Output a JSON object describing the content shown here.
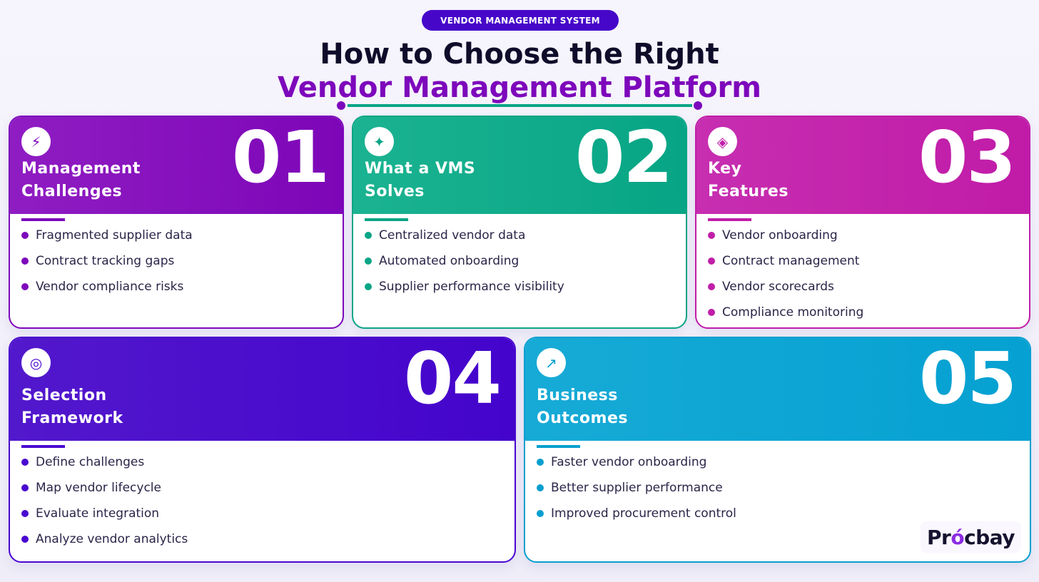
{
  "header": {
    "badge": "VENDOR MANAGEMENT SYSTEM",
    "title_line1": "How to Choose the Right",
    "title_line2": "Vendor Management Platform"
  },
  "colors": {
    "accent_purple": "#7d08bb",
    "accent_teal": "#0aa586",
    "badge_bg": "#4607c9"
  },
  "cards": [
    {
      "number": "01",
      "icon": "lightning-icon",
      "icon_glyph": "⚡",
      "title_line1": "Management",
      "title_line2": "Challenges",
      "items": [
        "Fragmented supplier data",
        "Contract tracking gaps",
        "Vendor compliance risks"
      ]
    },
    {
      "number": "02",
      "icon": "sparkle-icon",
      "icon_glyph": "✦",
      "title_line1": "What a VMS",
      "title_line2": "Solves",
      "items": [
        "Centralized vendor data",
        "Automated onboarding",
        "Supplier performance visibility"
      ]
    },
    {
      "number": "03",
      "icon": "diamond-icon",
      "icon_glyph": "◈",
      "title_line1": "Key",
      "title_line2": "Features",
      "items": [
        "Vendor onboarding",
        "Contract management",
        "Vendor scorecards",
        "Compliance monitoring"
      ]
    },
    {
      "number": "04",
      "icon": "target-icon",
      "icon_glyph": "◎",
      "title_line1": "Selection",
      "title_line2": "Framework",
      "items": [
        "Define challenges",
        "Map vendor lifecycle",
        "Evaluate integration",
        "Analyze vendor analytics"
      ]
    },
    {
      "number": "05",
      "icon": "arrow-up-right-icon",
      "icon_glyph": "↗",
      "title_line1": "Business",
      "title_line2": "Outcomes",
      "items": [
        "Faster vendor onboarding",
        "Better supplier performance",
        "Improved procurement control"
      ]
    }
  ],
  "logo": {
    "pre": "Pr",
    "o": "ó",
    "post": "cbay"
  }
}
